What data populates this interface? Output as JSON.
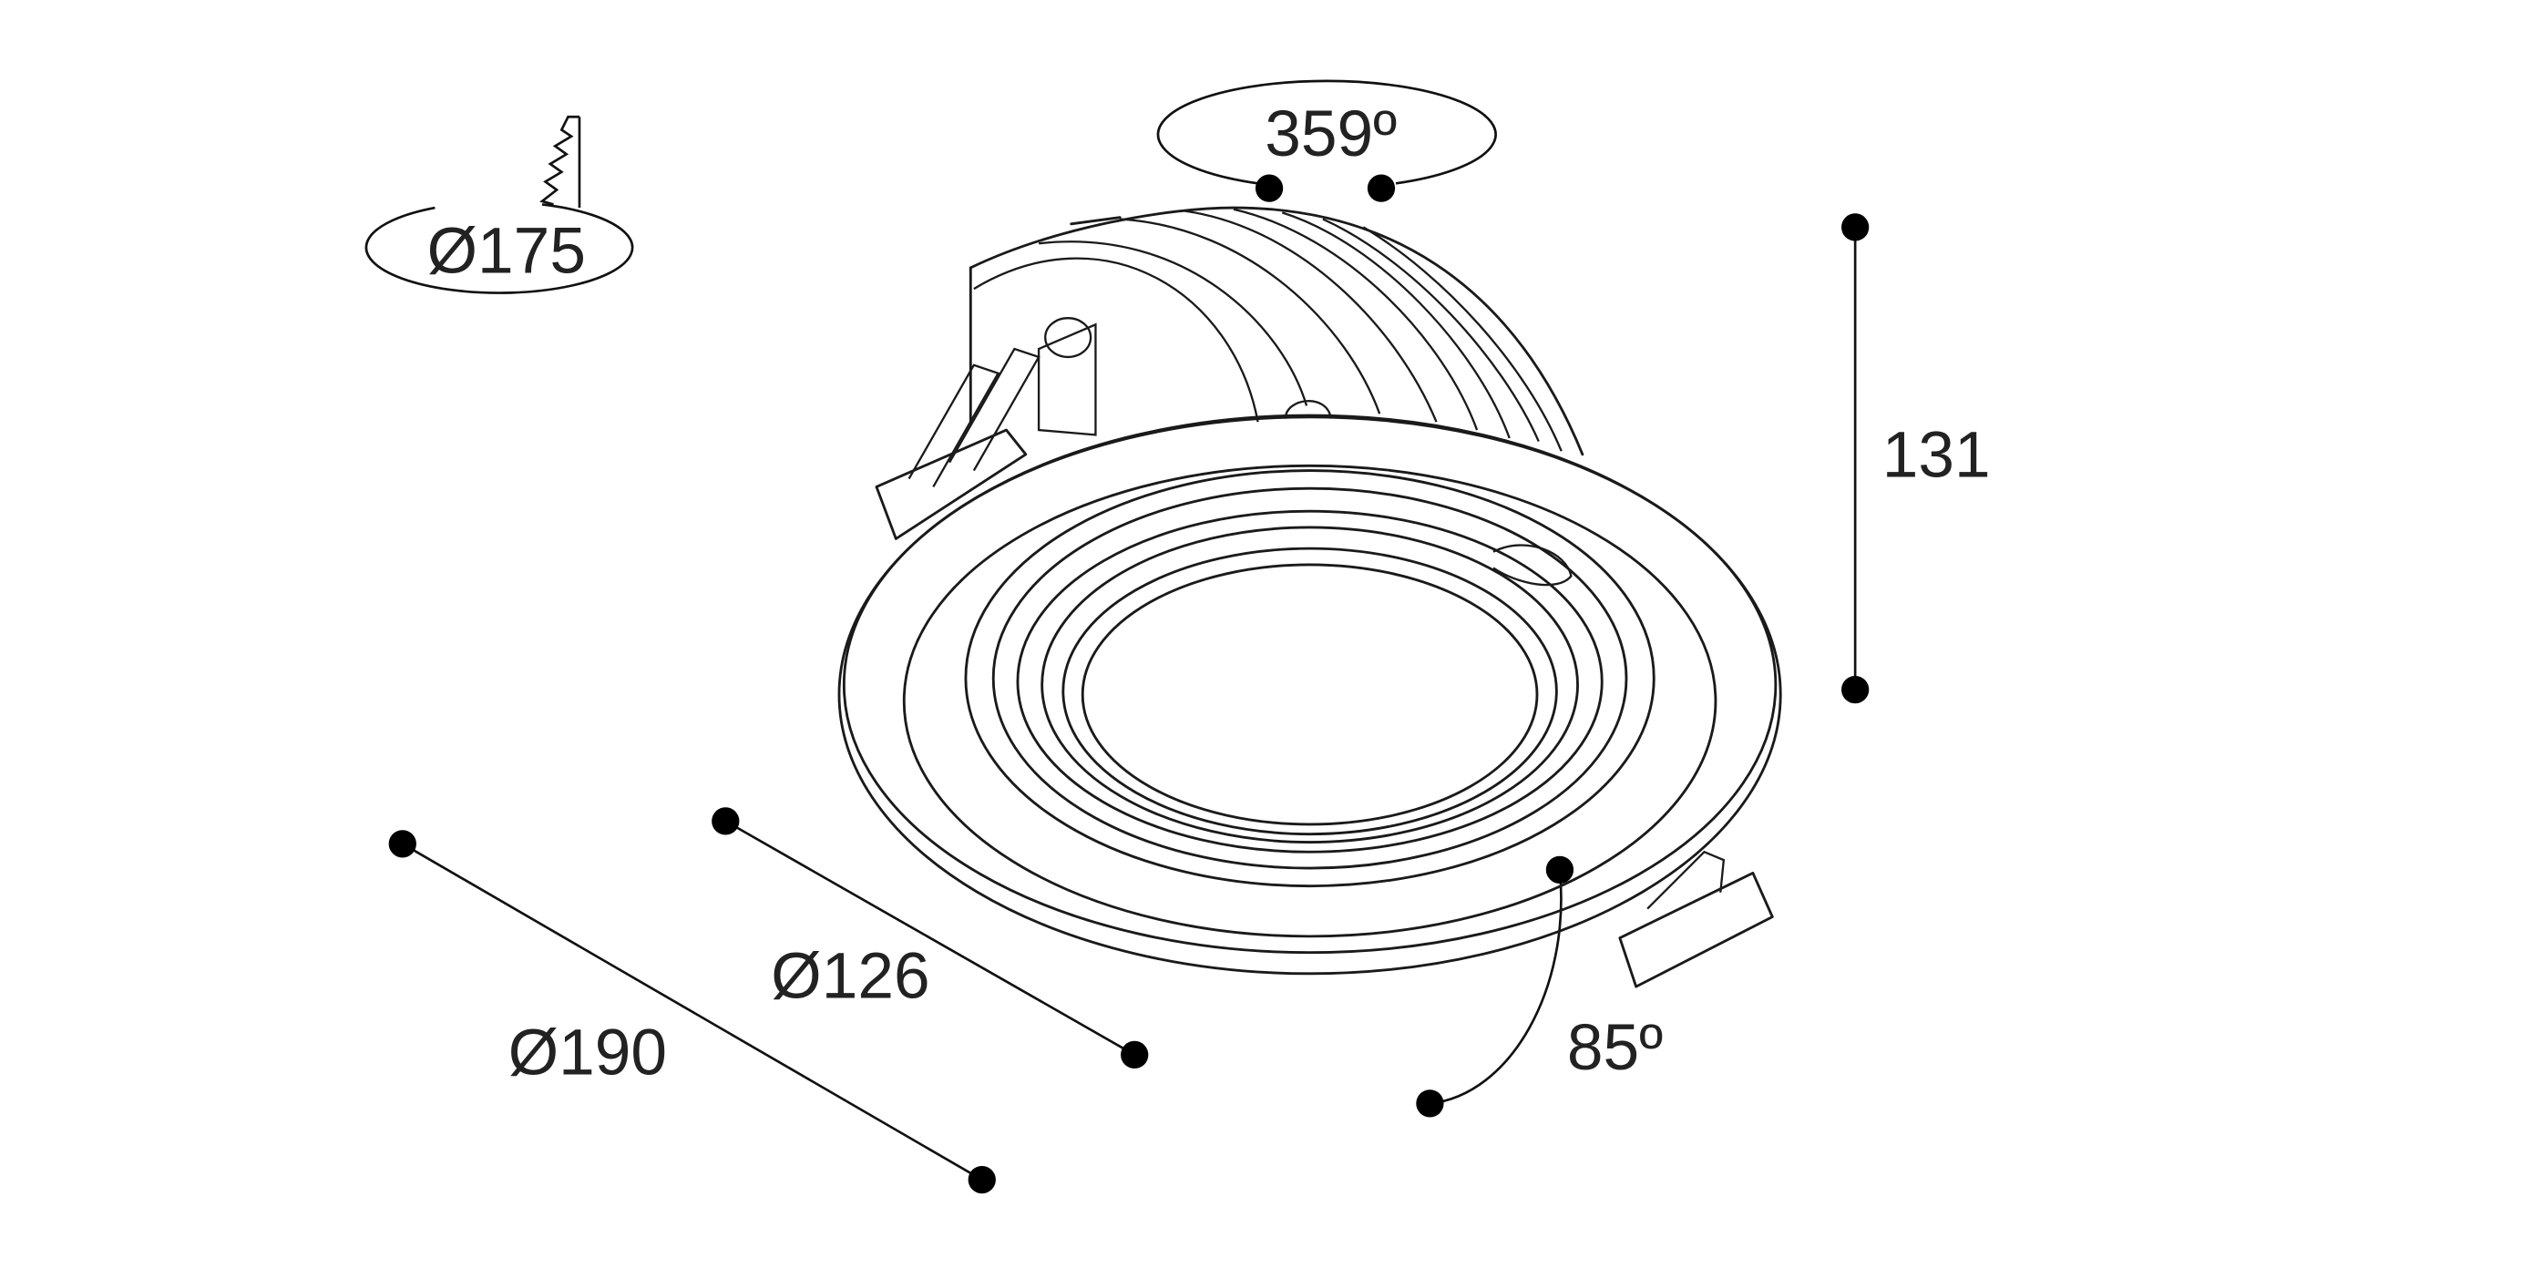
{
  "diagram": {
    "cutout_diameter": "Ø175",
    "rotation": "359º",
    "height": "131",
    "outer_diameter": "Ø190",
    "inner_diameter": "Ø126",
    "tilt": "85º"
  },
  "colors": {
    "line": "#1a1a1a",
    "background": "#ffffff"
  }
}
